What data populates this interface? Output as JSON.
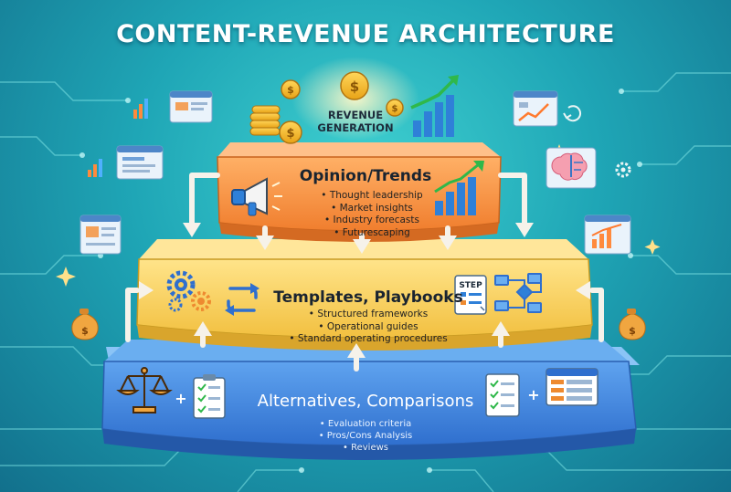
{
  "title": "CONTENT-REVENUE ARCHITECTURE",
  "revenue": {
    "label_line1": "REVENUE",
    "label_line2": "GENERATION",
    "coin_symbol": "$"
  },
  "tiers": [
    {
      "title": "Opinion/Trends",
      "color": "#f4913a",
      "items": [
        "Thought leadership",
        "Market insights",
        "Industry forecasts",
        "Futurescaping"
      ]
    },
    {
      "title": "Templates, Playbooks",
      "color": "#f6cf55",
      "items": [
        "Structured frameworks",
        "Operational guides",
        "Standard operating procedures"
      ]
    },
    {
      "title": "Alternatives, Comparisons",
      "color": "#3f86e0",
      "items": [
        "Evaluation criteria",
        "Pros/Cons Analysis",
        "Reviews"
      ]
    }
  ],
  "icons": {
    "step_label": "STEP",
    "plus": "+",
    "money_bag_symbol": "$",
    "names": [
      "megaphone-icon",
      "bar-chart-icon",
      "gears-icon",
      "cycle-arrows-icon",
      "flowchart-icon",
      "scales-icon",
      "checklist-icon",
      "comparison-table-icon",
      "brain-icon",
      "money-bag-icon",
      "coin-stack-icon"
    ]
  },
  "colors": {
    "background": "#1fa6b6",
    "orange": "#f4913a",
    "yellow": "#f6cf55",
    "blue": "#3f86e0",
    "arrow": "#f6f2ea"
  }
}
